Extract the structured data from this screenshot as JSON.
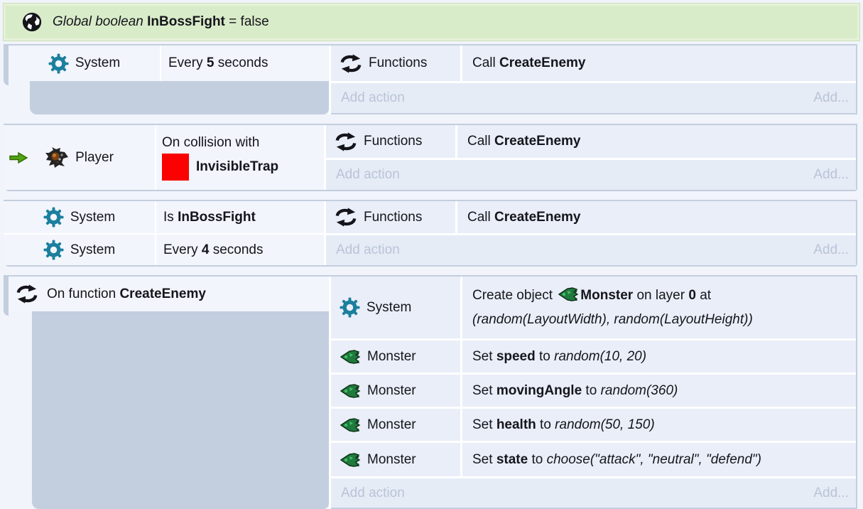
{
  "colors": {
    "page_bg": "#f1f4fa",
    "block_margin": "#c3cedf",
    "condition_bg": "#f2f5fb",
    "action_bg": "#e9eef8",
    "add_row_bg": "#e6ecf6",
    "add_text": "#b9c4d8",
    "global_bar_bg": "#d9ecc9",
    "gear_teal": "#1b7f9e",
    "trap_red": "#fb0101",
    "trigger_green": "#53a412",
    "text": "#15151c"
  },
  "icons": {
    "globe": "globe-icon",
    "system": "gear-icon",
    "functions": "sync-arrows-icon",
    "player": "player-sprite-icon",
    "monster": "monster-sprite-icon",
    "trap": "red-square-icon",
    "trigger": "green-arrow-icon"
  },
  "objects": {
    "system": "System",
    "player": "Player",
    "functions": "Functions",
    "monster": "Monster"
  },
  "labels": {
    "add_action": "Add action",
    "add_more": "Add..."
  },
  "global_bar": {
    "type_label": "Global boolean ",
    "name": "InBossFight",
    "rest": " = false"
  },
  "blocks": {
    "b1": {
      "cond": {
        "pre": "Every ",
        "bold": "5",
        "post": " seconds"
      },
      "act": {
        "pre": "Call ",
        "bold": "CreateEnemy"
      }
    },
    "b2": {
      "cond": {
        "line1": "On collision with",
        "bold": "InvisibleTrap"
      },
      "act": {
        "pre": "Call ",
        "bold": "CreateEnemy"
      }
    },
    "b3": {
      "cond1": {
        "pre": "Is ",
        "bold": "InBossFight"
      },
      "cond2": {
        "pre": "Every ",
        "bold": "4",
        "post": " seconds"
      },
      "act": {
        "pre": "Call ",
        "bold": "CreateEnemy"
      }
    },
    "b4": {
      "header": {
        "pre": "On function ",
        "bold": "CreateEnemy"
      },
      "a1": {
        "pre": "Create object ",
        "bold": "Monster",
        "mid": " on layer ",
        "bold2": "0",
        "post": " at",
        "line2": "(random(LayoutWidth), random(LayoutHeight))"
      },
      "a2": {
        "pre": "Set ",
        "bold": "speed",
        "mid": " to ",
        "expr": "random(10, 20)"
      },
      "a3": {
        "pre": "Set ",
        "bold": "movingAngle",
        "mid": " to ",
        "expr": "random(360)"
      },
      "a4": {
        "pre": "Set ",
        "bold": "health",
        "mid": " to ",
        "expr": "random(50, 150)"
      },
      "a5": {
        "pre": "Set ",
        "bold": "state",
        "mid": " to ",
        "expr": "choose(\"attack\", \"neutral\", \"defend\")"
      }
    }
  }
}
